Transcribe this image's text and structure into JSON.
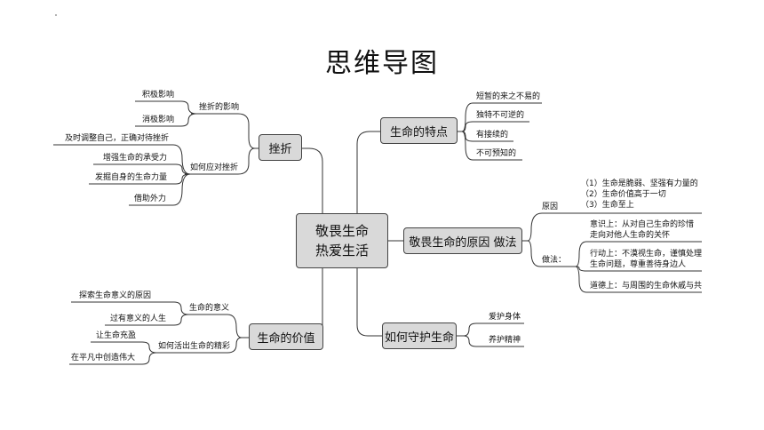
{
  "title": "思维导图",
  "center": {
    "line1": "敬畏生命",
    "line2": "热爱生活"
  },
  "branches": {
    "cuozhe": {
      "label": "挫折",
      "sub1": {
        "label": "挫折的影响",
        "items": [
          "积极影响",
          "消极影响"
        ]
      },
      "sub2": {
        "label": "如何应对挫折",
        "items": [
          "及时调整自己，正确对待挫折",
          "增强生命的承受力",
          "发掘自身的生命力量",
          "借助外力"
        ]
      }
    },
    "jiazhi": {
      "label": "生命的价值",
      "sub1": {
        "label": "生命的意义",
        "items": [
          "探索生命意义的原因",
          "过有意义的人生"
        ]
      },
      "sub2": {
        "label": "如何活出生命的精彩",
        "items": [
          "让生命充盈",
          "在平凡中创造伟大"
        ]
      }
    },
    "tedian": {
      "label": "生命的特点",
      "items": [
        "短暂的来之不易的",
        "独特不可逆的",
        "有接续的",
        "不可预知的"
      ]
    },
    "jingwei": {
      "label": "敬畏生命的原因 做法",
      "reason": {
        "label": "原因",
        "items": [
          "（1）生命是脆弱、坚强有力量的",
          "（2）生命价值高于一切",
          "（3）生命至上"
        ]
      },
      "method": {
        "label": "做法：",
        "items": [
          "意识上：从对自己生命的珍惜",
          "走向对他人生命的关怀",
          "行动上：不漠视生命，谨慎处理",
          "生命问题，尊重善待身边人",
          "道德上：与周围的生命休戚与共"
        ]
      }
    },
    "shouhu": {
      "label": "如何守护生命",
      "items": [
        "爱护身体",
        "养护精神"
      ]
    }
  }
}
